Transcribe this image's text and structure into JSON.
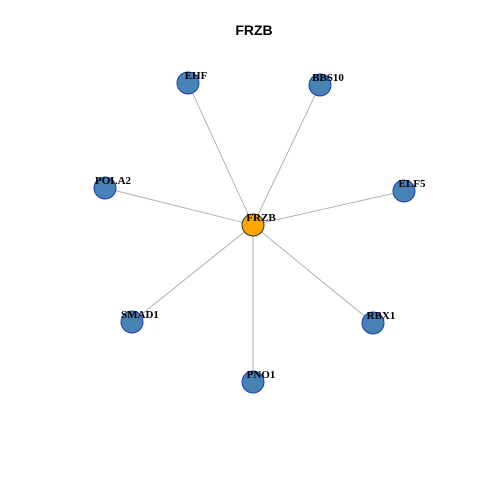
{
  "title": "FRZB",
  "colors": {
    "hub_fill": "#FFA500",
    "leaf_fill": "#4682B4",
    "node_stroke": "#1F3DB5",
    "edge": "#AAAAAA"
  },
  "network": {
    "hub": {
      "id": "FRZB",
      "label": "FRZB"
    },
    "leaves": [
      {
        "id": "EHF",
        "label": "EHF"
      },
      {
        "id": "BBS10",
        "label": "BBS10"
      },
      {
        "id": "ELF5",
        "label": "ELF5"
      },
      {
        "id": "RBX1",
        "label": "RBX1"
      },
      {
        "id": "PNO1",
        "label": "PNO1"
      },
      {
        "id": "SMAD1",
        "label": "SMAD1"
      },
      {
        "id": "POLA2",
        "label": "POLA2"
      }
    ],
    "edges": [
      [
        "FRZB",
        "EHF"
      ],
      [
        "FRZB",
        "BBS10"
      ],
      [
        "FRZB",
        "ELF5"
      ],
      [
        "FRZB",
        "RBX1"
      ],
      [
        "FRZB",
        "PNO1"
      ],
      [
        "FRZB",
        "SMAD1"
      ],
      [
        "FRZB",
        "POLA2"
      ]
    ]
  }
}
